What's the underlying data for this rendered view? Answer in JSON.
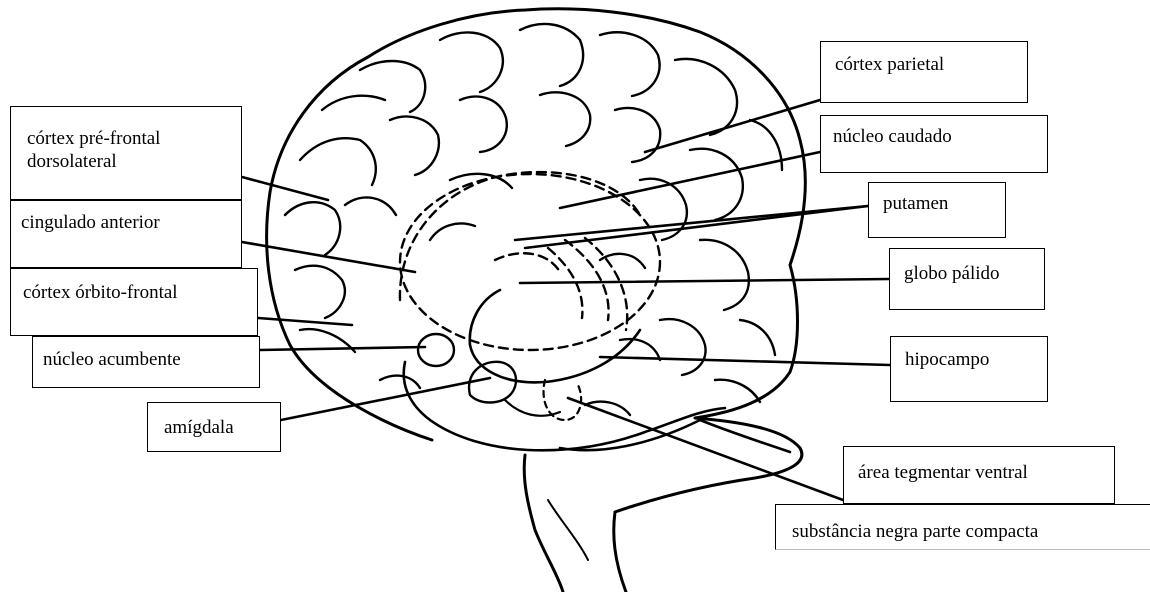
{
  "labels": {
    "dlpfc_line1": "córtex pré-frontal",
    "dlpfc_line2": "dorsolateral",
    "anterior_cingulate": "cingulado anterior",
    "orbitofrontal": "córtex órbito-frontal",
    "nucleus_accumbens": "núcleo acumbente",
    "amygdala": "amígdala",
    "parietal_cortex": "córtex parietal",
    "caudate_nucleus": "núcleo caudado",
    "putamen": "putamen",
    "globus_pallidus": "globo pálido",
    "hippocampus": "hipocampo",
    "ventral_tegmental_area": "área tegmentar ventral",
    "substantia_nigra": "substância negra parte compacta"
  },
  "colors": {
    "ink": "#000000",
    "background": "#ffffff"
  }
}
